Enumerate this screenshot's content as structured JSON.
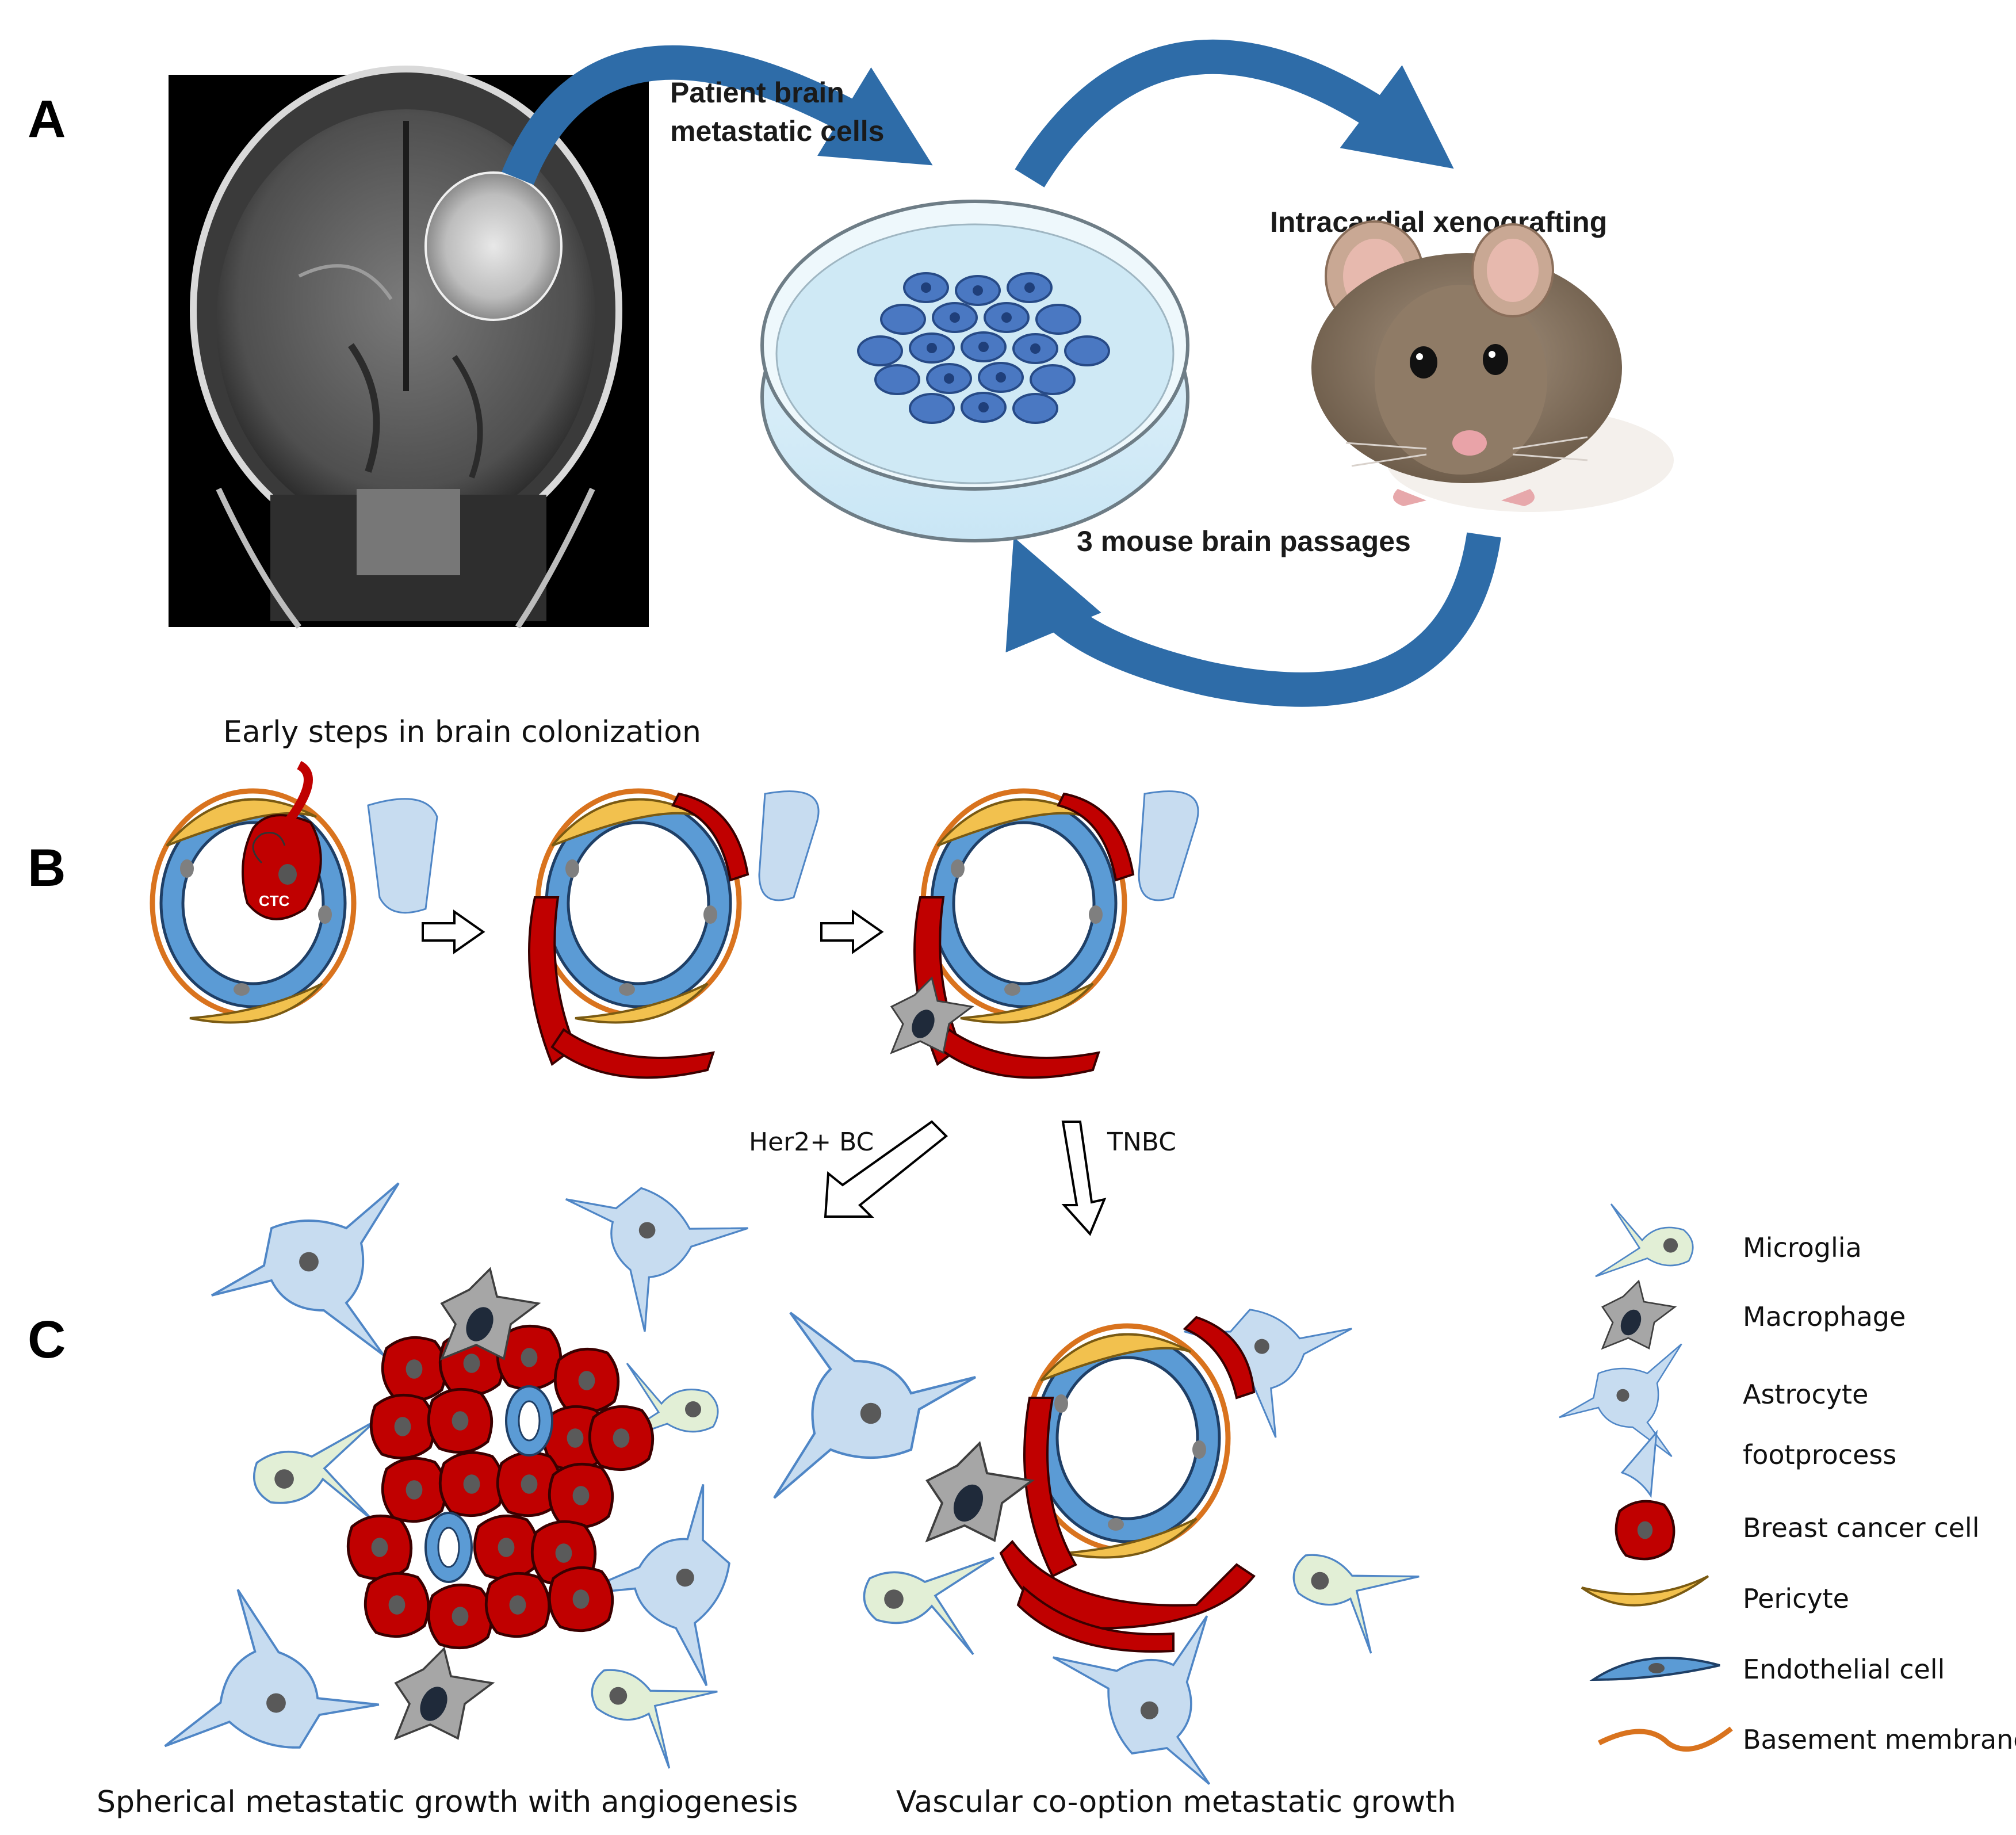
{
  "panels": {
    "a": "A",
    "b": "B",
    "c": "C"
  },
  "panel_a": {
    "patient_label_line1": "Patient brain",
    "patient_label_line2": "metastatic cells",
    "xenograft_label": "Intracardial xenografting",
    "passages_label": "3 mouse brain passages"
  },
  "panel_b": {
    "title": "Early steps in brain colonization",
    "ctc_label": "CTC"
  },
  "branches": {
    "her2": "Her2+ BC",
    "tnbc": "TNBC"
  },
  "panel_c": {
    "left_caption": "Spherical metastatic growth with angiogenesis",
    "right_caption": "Vascular co-option metastatic growth"
  },
  "legend": {
    "microglia": "Microglia",
    "macrophage": "Macrophage",
    "astrocyte_line1": "Astrocyte",
    "astrocyte_line2": "footprocess",
    "breast_cancer": "Breast cancer cell",
    "pericyte": "Pericyte",
    "endothelial": "Endothelial cell",
    "basement": "Basement membrane"
  },
  "colors": {
    "arrow_blue": "#2e6ca8",
    "endothelial": "#5b9bd5",
    "cancer_red": "#c00000",
    "pericyte": "#f2c14e",
    "basement": "#d9731e",
    "astrocyte": "#c7dcf0",
    "microglia": "#e2efd6",
    "macrophage": "#a6a6a6"
  }
}
